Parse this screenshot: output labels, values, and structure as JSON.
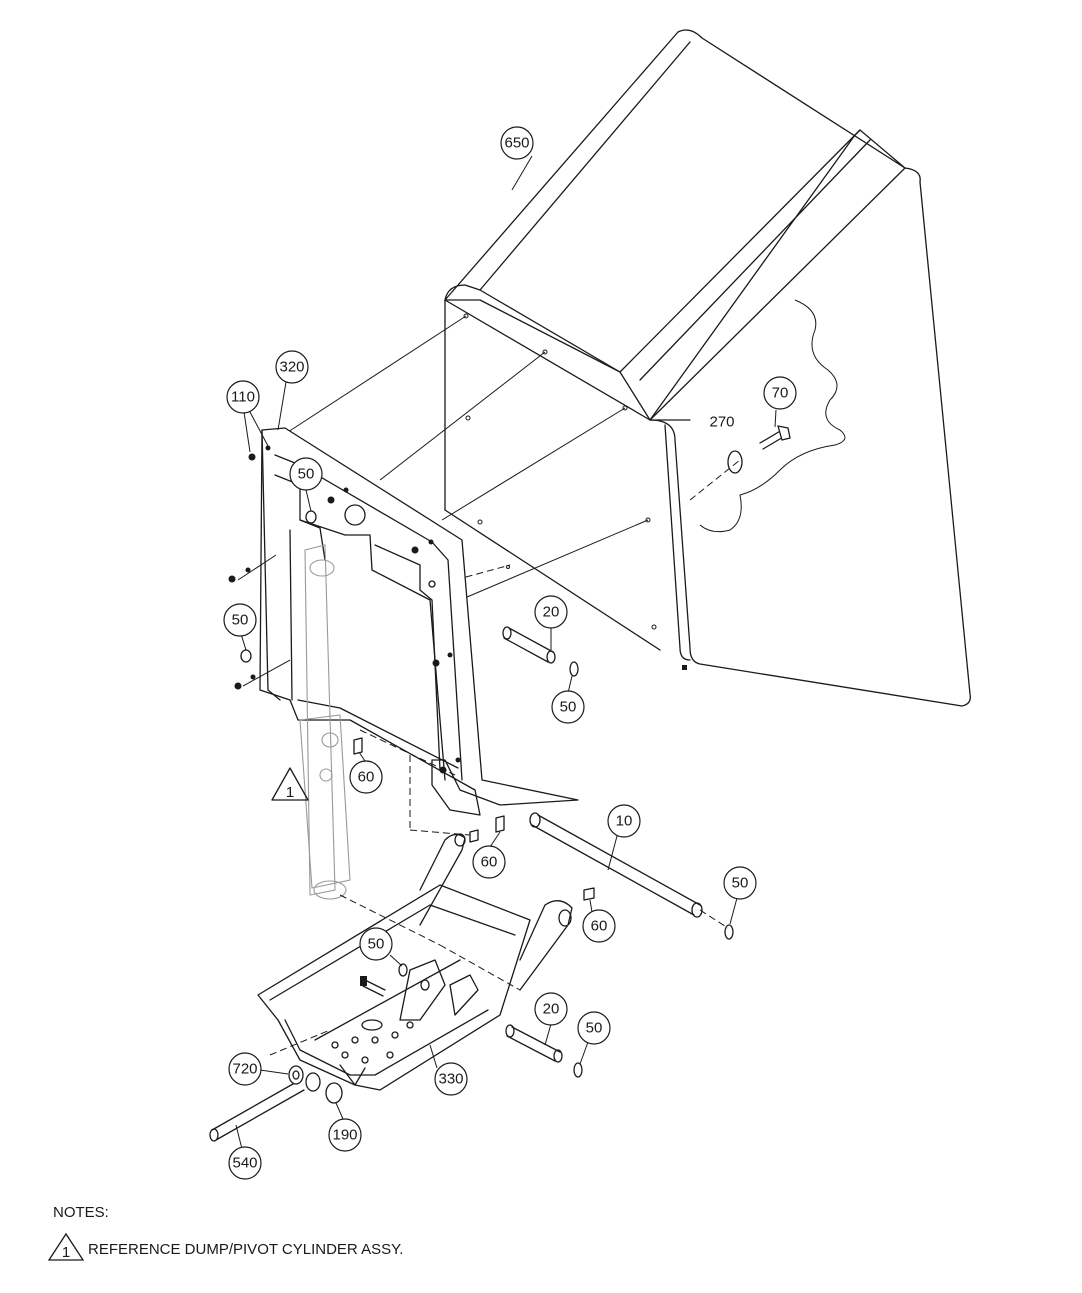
{
  "callouts": [
    {
      "id": "650",
      "label": "650"
    },
    {
      "id": "320",
      "label": "320"
    },
    {
      "id": "110",
      "label": "110"
    },
    {
      "id": "50a",
      "label": "50"
    },
    {
      "id": "70",
      "label": "70"
    },
    {
      "id": "270",
      "label": "270"
    },
    {
      "id": "50b",
      "label": "50"
    },
    {
      "id": "20a",
      "label": "20"
    },
    {
      "id": "50c",
      "label": "50"
    },
    {
      "id": "60a",
      "label": "60"
    },
    {
      "id": "10",
      "label": "10"
    },
    {
      "id": "60b",
      "label": "60"
    },
    {
      "id": "50d",
      "label": "50"
    },
    {
      "id": "60c",
      "label": "60"
    },
    {
      "id": "50e",
      "label": "50"
    },
    {
      "id": "20b",
      "label": "20"
    },
    {
      "id": "50f",
      "label": "50"
    },
    {
      "id": "720",
      "label": "720"
    },
    {
      "id": "330",
      "label": "330"
    },
    {
      "id": "190",
      "label": "190"
    },
    {
      "id": "540",
      "label": "540"
    }
  ],
  "reference_flag": "1",
  "notes": {
    "heading": "NOTES:",
    "items": [
      {
        "flag": "1",
        "text": "REFERENCE DUMP/PIVOT CYLINDER ASSY."
      }
    ]
  }
}
